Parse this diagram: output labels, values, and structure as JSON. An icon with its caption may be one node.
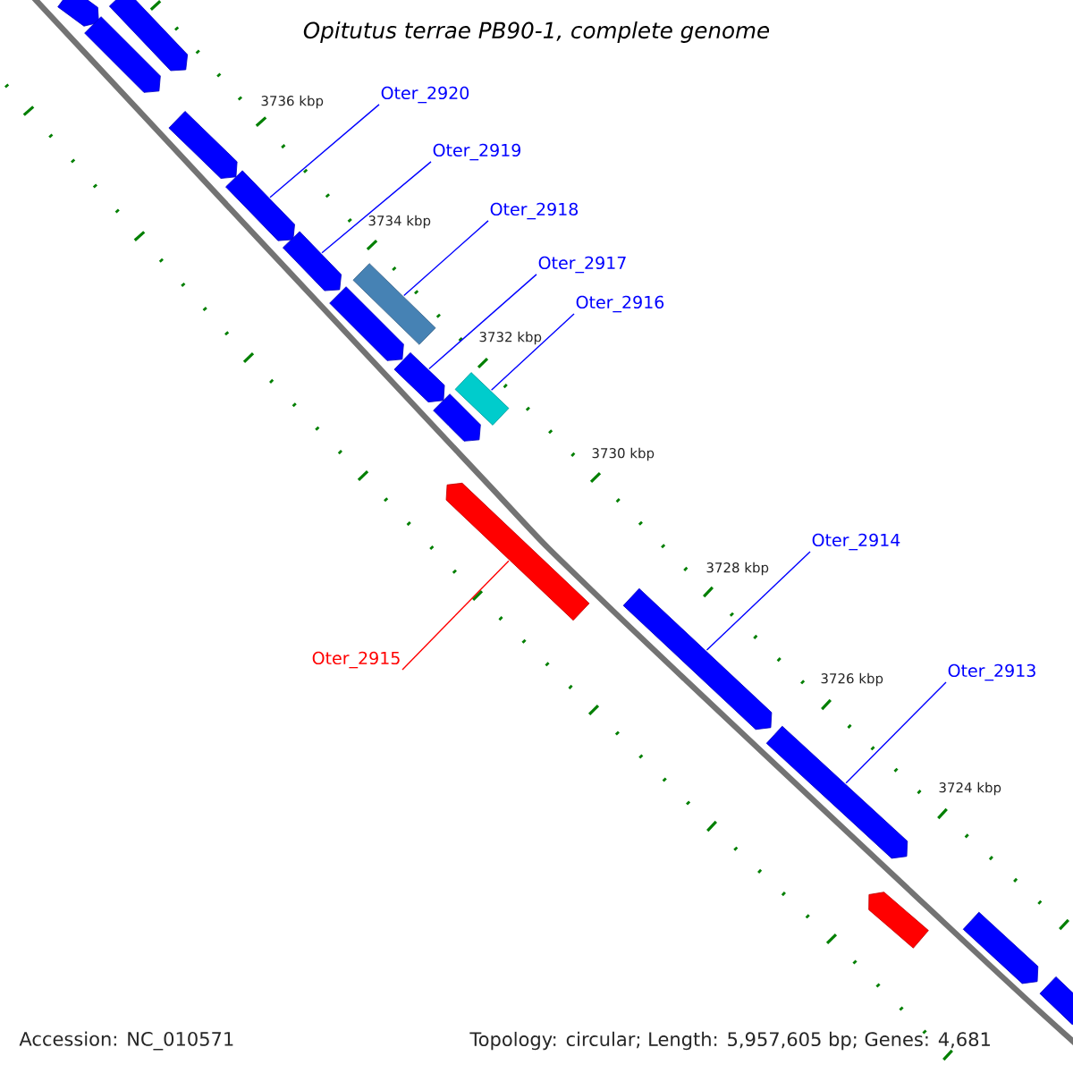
{
  "diagram": {
    "title": "Opitutus terrae PB90-1, complete genome",
    "nodes": [
      {
        "text": [],
        "shape": "pentagon"
      },
      {
        "text": [],
        "shape": "pentagon"
      },
      {
        "text": [],
        "shape": "pentagon"
      },
      {
        "text": [],
        "shape": "pentagon"
      },
      {
        "text": [],
        "shape": "pentagon"
      },
      {
        "text": [],
        "shape": "pentagon"
      },
      {
        "text": [],
        "shape": "box"
      },
      {
        "text": [],
        "shape": "pentagon"
      },
      {
        "text": [],
        "shape": "pentagon"
      },
      {
        "text": [],
        "shape": "pentagon"
      },
      {
        "text": [],
        "shape": "box"
      },
      {
        "text": [],
        "shape": "pentagon"
      },
      {
        "text": [],
        "shape": "pentagon"
      },
      {
        "text": [],
        "shape": "pentagon"
      },
      {
        "text": [],
        "shape": "pentagon"
      },
      {
        "text": [],
        "shape": "pentagon"
      },
      {
        "text": [],
        "shape": "pentagon"
      },
      {
        "text": [
          "Oter_2920"
        ]
      },
      {
        "text": [
          "Oter_2919"
        ]
      },
      {
        "text": [
          "Oter_2918"
        ]
      },
      {
        "text": [
          "Oter_2917"
        ]
      },
      {
        "text": [
          "Oter_2916"
        ]
      },
      {
        "text": [
          "Oter_2915"
        ]
      },
      {
        "text": [
          "Oter_2914"
        ]
      },
      {
        "text": [
          "Oter_2913"
        ]
      }
    ],
    "edges": [
      {
        "from": 17,
        "to": 4,
        "arrow": "none"
      },
      {
        "from": 18,
        "to": 5,
        "arrow": "none"
      },
      {
        "from": 19,
        "to": 6,
        "arrow": "none"
      },
      {
        "from": 20,
        "to": 8,
        "arrow": "none"
      },
      {
        "from": 21,
        "to": 10,
        "arrow": "none"
      },
      {
        "from": 22,
        "to": 11,
        "arrow": "none",
        "color": "#ff0000"
      },
      {
        "from": 23,
        "to": 12,
        "arrow": "none"
      },
      {
        "from": 24,
        "to": 13,
        "arrow": "none"
      }
    ],
    "labels": [
      "3736 kbp",
      "3734 kbp",
      "3732 kbp",
      "3730 kbp",
      "3728 kbp",
      "3726 kbp",
      "3724 kbp",
      "Accession: NC_010571",
      "Topology: circular; Length: 5,957,605 bp; Genes: 4,681"
    ]
  }
}
